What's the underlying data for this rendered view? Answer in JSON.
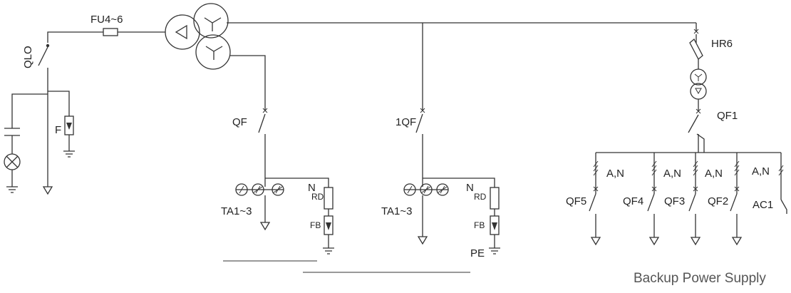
{
  "labels": {
    "fu": "FU4~6",
    "qlo": "QLO",
    "f": "F",
    "qf": "QF",
    "qf_1": "1QF",
    "hr6": "HR6",
    "qf1": "QF1",
    "ta_left": "TA1~3",
    "ta_mid": "TA1~3",
    "n_left": "N",
    "rd_left": "RD",
    "fb_left": "FB",
    "n_mid": "N",
    "rd_mid": "RD",
    "fb_mid": "FB",
    "pe": "PE",
    "an1": "A,N",
    "an2": "A,N",
    "an3": "A,N",
    "an4": "A,N",
    "qf5": "QF5",
    "qf4": "QF4",
    "qf3": "QF3",
    "qf2": "QF2",
    "ac1": "AC1",
    "caption": "Backup Power Supply"
  }
}
